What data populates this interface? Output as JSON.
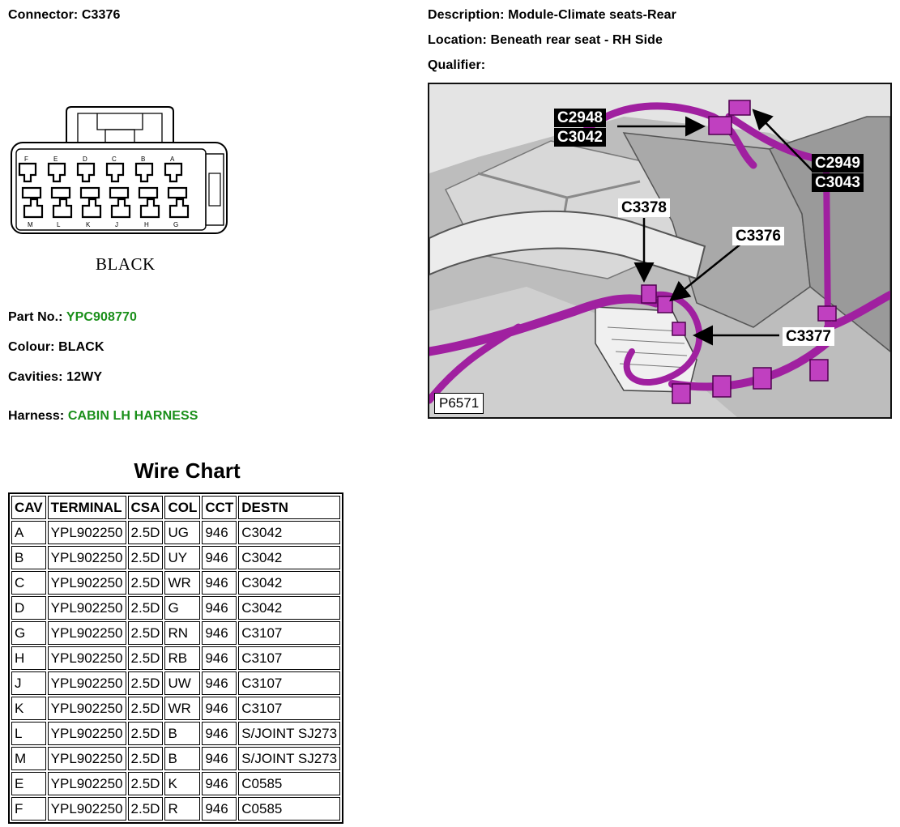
{
  "connector": {
    "label": "Connector:",
    "value": "C3376"
  },
  "description": {
    "label": "Description:",
    "value": "Module-Climate seats-Rear"
  },
  "location": {
    "label": "Location:",
    "value": "Beneath rear seat - RH Side"
  },
  "qualifier": {
    "label": "Qualifier:",
    "value": ""
  },
  "connector_drawing": {
    "top_pin_letters": [
      "F",
      "E",
      "D",
      "C",
      "B",
      "A"
    ],
    "bottom_pin_letters": [
      "M",
      "L",
      "K",
      "J",
      "H",
      "G"
    ],
    "colour_caption": "BLACK"
  },
  "part_no": {
    "label": "Part No.:",
    "value": "YPC908770"
  },
  "colour": {
    "label": "Colour:",
    "value": "BLACK"
  },
  "cavities": {
    "label": "Cavities:",
    "value": "12WY"
  },
  "harness": {
    "label": "Harness:",
    "value": "CABIN LH HARNESS"
  },
  "photo": {
    "id": "P6571",
    "callouts": {
      "c2948": "C2948",
      "c3042": "C3042",
      "c2949": "C2949",
      "c3043": "C3043",
      "c3378": "C3378",
      "c3376": "C3376",
      "c3377": "C3377"
    }
  },
  "colors": {
    "harness": "#a020a0",
    "value_green": "#1a8f1a"
  },
  "wire_chart": {
    "title": "Wire Chart",
    "headers": [
      "CAV",
      "TERMINAL",
      "CSA",
      "COL",
      "CCT",
      "DESTN"
    ],
    "rows": [
      [
        "A",
        "YPL902250",
        "2.5D",
        "UG",
        "946",
        "C3042"
      ],
      [
        "B",
        "YPL902250",
        "2.5D",
        "UY",
        "946",
        "C3042"
      ],
      [
        "C",
        "YPL902250",
        "2.5D",
        "WR",
        "946",
        "C3042"
      ],
      [
        "D",
        "YPL902250",
        "2.5D",
        "G",
        "946",
        "C3042"
      ],
      [
        "G",
        "YPL902250",
        "2.5D",
        "RN",
        "946",
        "C3107"
      ],
      [
        "H",
        "YPL902250",
        "2.5D",
        "RB",
        "946",
        "C3107"
      ],
      [
        "J",
        "YPL902250",
        "2.5D",
        "UW",
        "946",
        "C3107"
      ],
      [
        "K",
        "YPL902250",
        "2.5D",
        "WR",
        "946",
        "C3107"
      ],
      [
        "L",
        "YPL902250",
        "2.5D",
        "B",
        "946",
        "S/JOINT SJ273"
      ],
      [
        "M",
        "YPL902250",
        "2.5D",
        "B",
        "946",
        "S/JOINT SJ273"
      ],
      [
        "E",
        "YPL902250",
        "2.5D",
        "K",
        "946",
        "C0585"
      ],
      [
        "F",
        "YPL902250",
        "2.5D",
        "R",
        "946",
        "C0585"
      ]
    ]
  }
}
